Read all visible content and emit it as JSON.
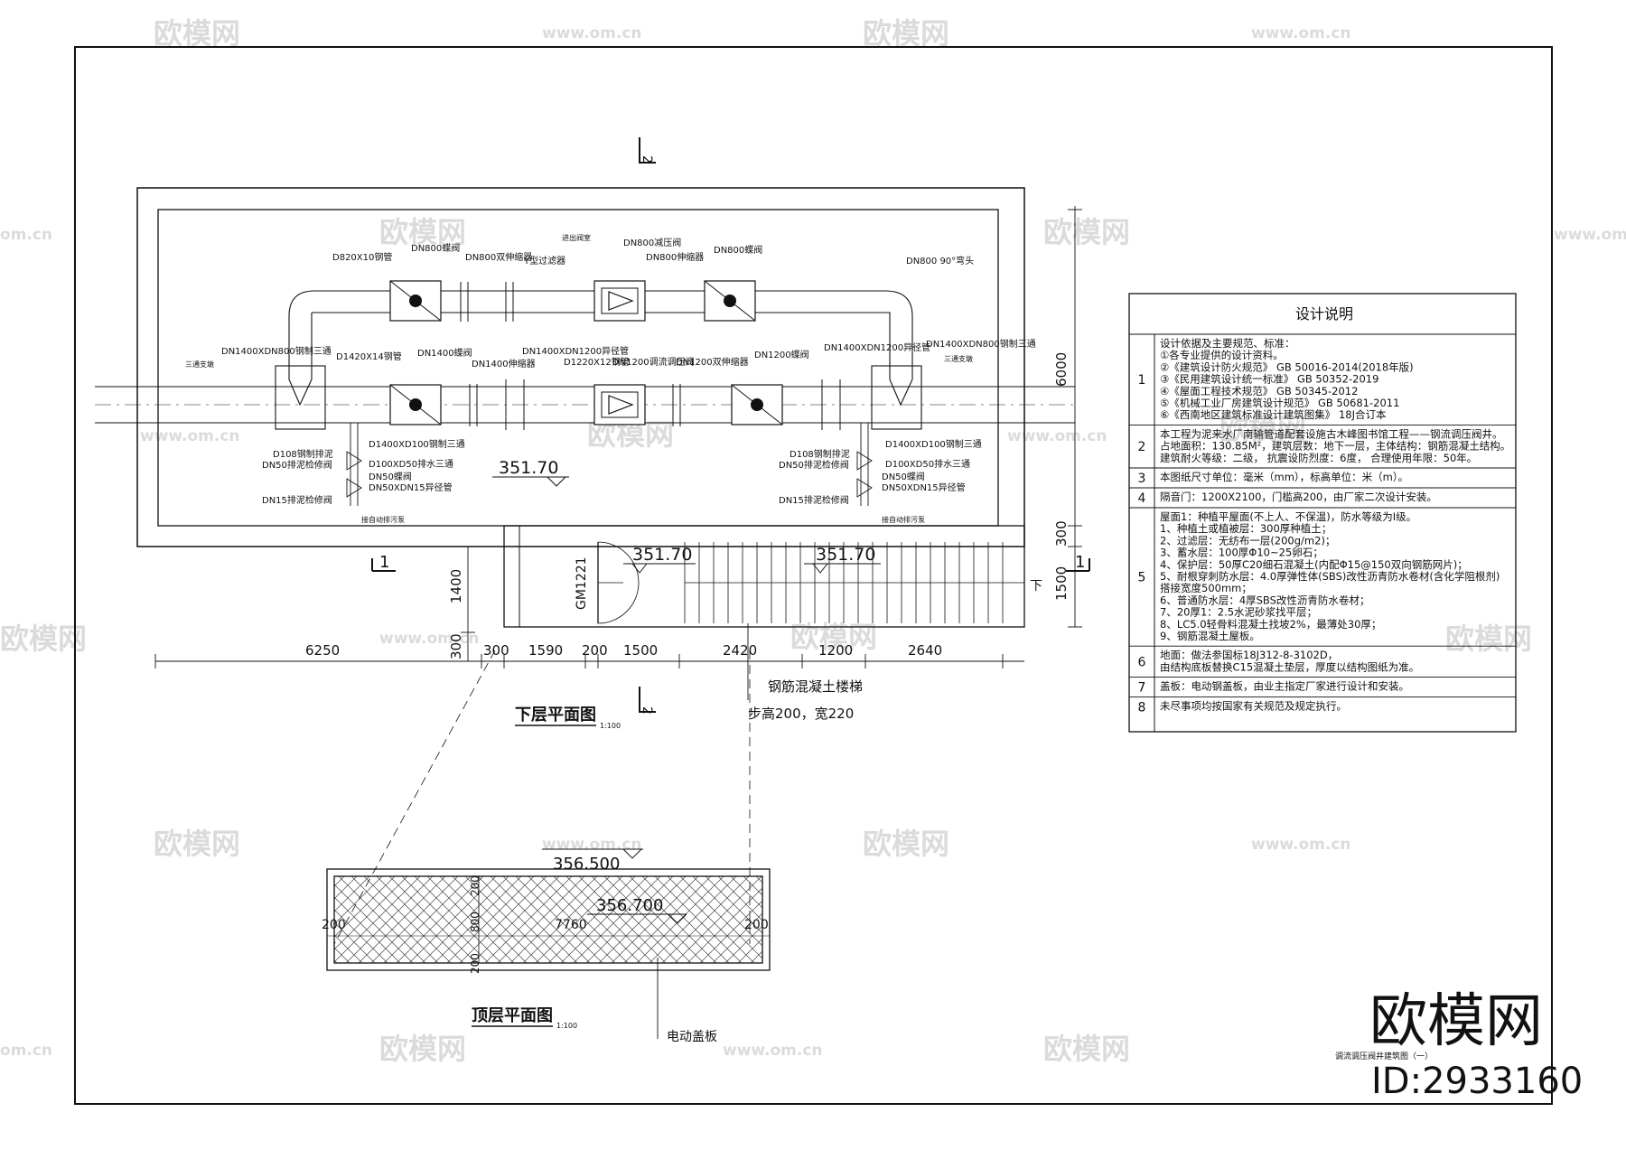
{
  "plan_lower": {
    "title": "下层平面图",
    "scale": "1:100",
    "section_marks": [
      "2",
      "1"
    ],
    "pipe_labels": {
      "top_row": [
        "D820X10钢管",
        "DN800蝶阀",
        "DN800双伸缩器",
        "Y型过滤器",
        "DN800减压阀",
        "DN800伸缩器",
        "DN800蝶阀",
        "DN800 90°弯头"
      ],
      "bottom_row": [
        "DN1400XDN800钢制三通",
        "D1420X14钢管",
        "DN1400蝶阀",
        "DN1400伸缩器",
        "DN1400XDN1200异径管",
        "D1220X12钢管",
        "DN1200调流调压阀",
        "DN1200双伸缩器",
        "DN1200蝶阀",
        "DN1400XDN1200异径管",
        "DN1400XDN800钢制三通"
      ],
      "misc": [
        "进出阀室",
        "三通支墩",
        "三通支墩"
      ],
      "branch_left": [
        "D108钢制排泥",
        "DN50排泥检修阀",
        "DN50蝶阀",
        "DN50XDN15异径管",
        "DN15排泥检修阀",
        "接自动排污泵"
      ],
      "branch_right": [
        "D108钢制排泥",
        "DN50排泥检修阀",
        "DN50蝶阀",
        "DN50XDN15异径管",
        "DN15排泥检修阀",
        "接自动排污泵"
      ],
      "branch_mid_left": [
        "D1400XD100钢制三通",
        "D100XD50排水三通"
      ],
      "branch_mid_right": [
        "D1400XD100钢制三通",
        "D100XD50排水三通"
      ]
    },
    "elevations": [
      "351.70",
      "351.70",
      "351.70"
    ],
    "door_code": "GM1221",
    "stair_label": "下",
    "dimensions_bottom": [
      "6250",
      "300",
      "1590",
      "200",
      "1500",
      "2420",
      "1200",
      "2640"
    ],
    "dimensions_left": [
      "1400",
      "300"
    ],
    "dimensions_right": [
      "6000",
      "300",
      "1500"
    ],
    "stair_note": "钢筋混凝土楼梯",
    "stair_spec": "步高200，宽220"
  },
  "plan_top": {
    "title": "顶层平面图",
    "scale": "1:100",
    "elevation_outer": "356.500",
    "elevation_inner": "356.700",
    "dims": [
      "200",
      "7760",
      "200",
      "200",
      "800",
      "200"
    ],
    "note": "电动盖板"
  },
  "notes": {
    "title": "设计说明",
    "rows": [
      {
        "num": "1",
        "lines": [
          "设计依据及主要规范、标准：",
          "①各专业提供的设计资料。",
          "②《建筑设计防火规范》 GB 50016-2014(2018年版)",
          "③《民用建筑设计统一标准》 GB 50352-2019",
          "④《屋面工程技术规范》 GB 50345-2012",
          "⑤《机械工业厂房建筑设计规范》 GB 50681-2011",
          "⑥《西南地区建筑标准设计建筑图集》 18J合订本"
        ]
      },
      {
        "num": "2",
        "lines": [
          "本工程为泥来水厂南输管道配套设施古木峰图书馆工程——钢流调压阀井。",
          "占地面积：130.85M²，建筑层数：地下一层，主体结构：钢筋混凝土结构。",
          "建筑耐火等级：二级，  抗震设防烈度：6度，  合理使用年限：50年。"
        ]
      },
      {
        "num": "3",
        "lines": [
          "本图纸尺寸单位：毫米（mm），标高单位：米（m）。"
        ]
      },
      {
        "num": "4",
        "lines": [
          "隔音门：1200X2100，门槛高200，由厂家二次设计安装。"
        ]
      },
      {
        "num": "5",
        "lines": [
          "屋面1：种植平屋面(不上人、不保温)，防水等级为Ⅰ级。",
          "1、种植土或植被层：300厚种植土；",
          "2、过滤层：无纺布一层(200g/m2)；",
          "3、蓄水层：100厚Φ10~25卵石；",
          "4、保护层：50厚C20细石混凝土(内配Φ15@150双向钢筋网片)；",
          "5、耐根穿刺防水层：4.0厚弹性体(SBS)改性沥青防水卷材(含化学阻根剂)",
          "   搭接宽度500mm；",
          "6、普通防水层：4厚SBS改性沥青防水卷材；",
          "7、20厚1：2.5水泥砂浆找平层；",
          "8、LC5.0轻骨料混凝土找坡2%，最薄处30厚；",
          "9、钢筋混凝土屋板。"
        ]
      },
      {
        "num": "6",
        "lines": [
          "地面：做法参国标18J312-8-3102D，",
          "由结构底板替换C15混凝土垫层，厚度以结构图纸为准。"
        ]
      },
      {
        "num": "7",
        "lines": [
          "盖板：电动钢盖板，由业主指定厂家进行设计和安装。"
        ]
      },
      {
        "num": "8",
        "lines": [
          "未尽事项均按国家有关规范及规定执行。"
        ]
      }
    ]
  },
  "sheet_title": "调流调压阀井建筑图（一）",
  "watermark": {
    "brand": "欧模网",
    "url": "www.om.cn",
    "url_partial": "om.cn",
    "id_label": "ID:2933160"
  }
}
